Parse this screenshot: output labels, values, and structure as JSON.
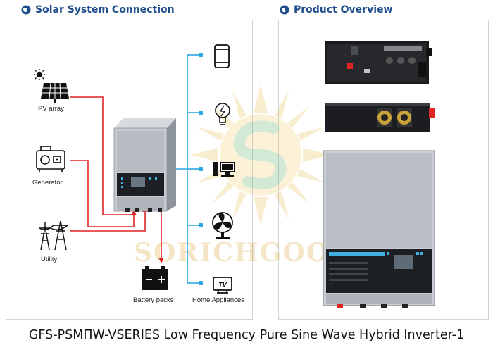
{
  "headers": {
    "left": "Solar System Connection",
    "right": "Product Overview"
  },
  "sources": {
    "pv": "PV array",
    "generator": "Generator",
    "utility": "Utility"
  },
  "battery": "Battery packs",
  "appliances": "Home Appliances",
  "tv_icon_text": "TV",
  "watermark": "SORICHGOOD",
  "caption": "GFS-PSMΠW-VSERIES Low Frequency Pure Sine Wave Hybrid Inverter-1",
  "colors": {
    "heading": "#1f4e8c",
    "ac_line": "#e02424",
    "output_line": "#2aa6e0"
  },
  "icons": [
    "sun-icon",
    "solar-panel-icon",
    "generator-icon",
    "utility-tower-icon",
    "battery-icon",
    "phone-icon",
    "bulb-icon",
    "computer-icon",
    "fan-icon",
    "tv-icon"
  ]
}
